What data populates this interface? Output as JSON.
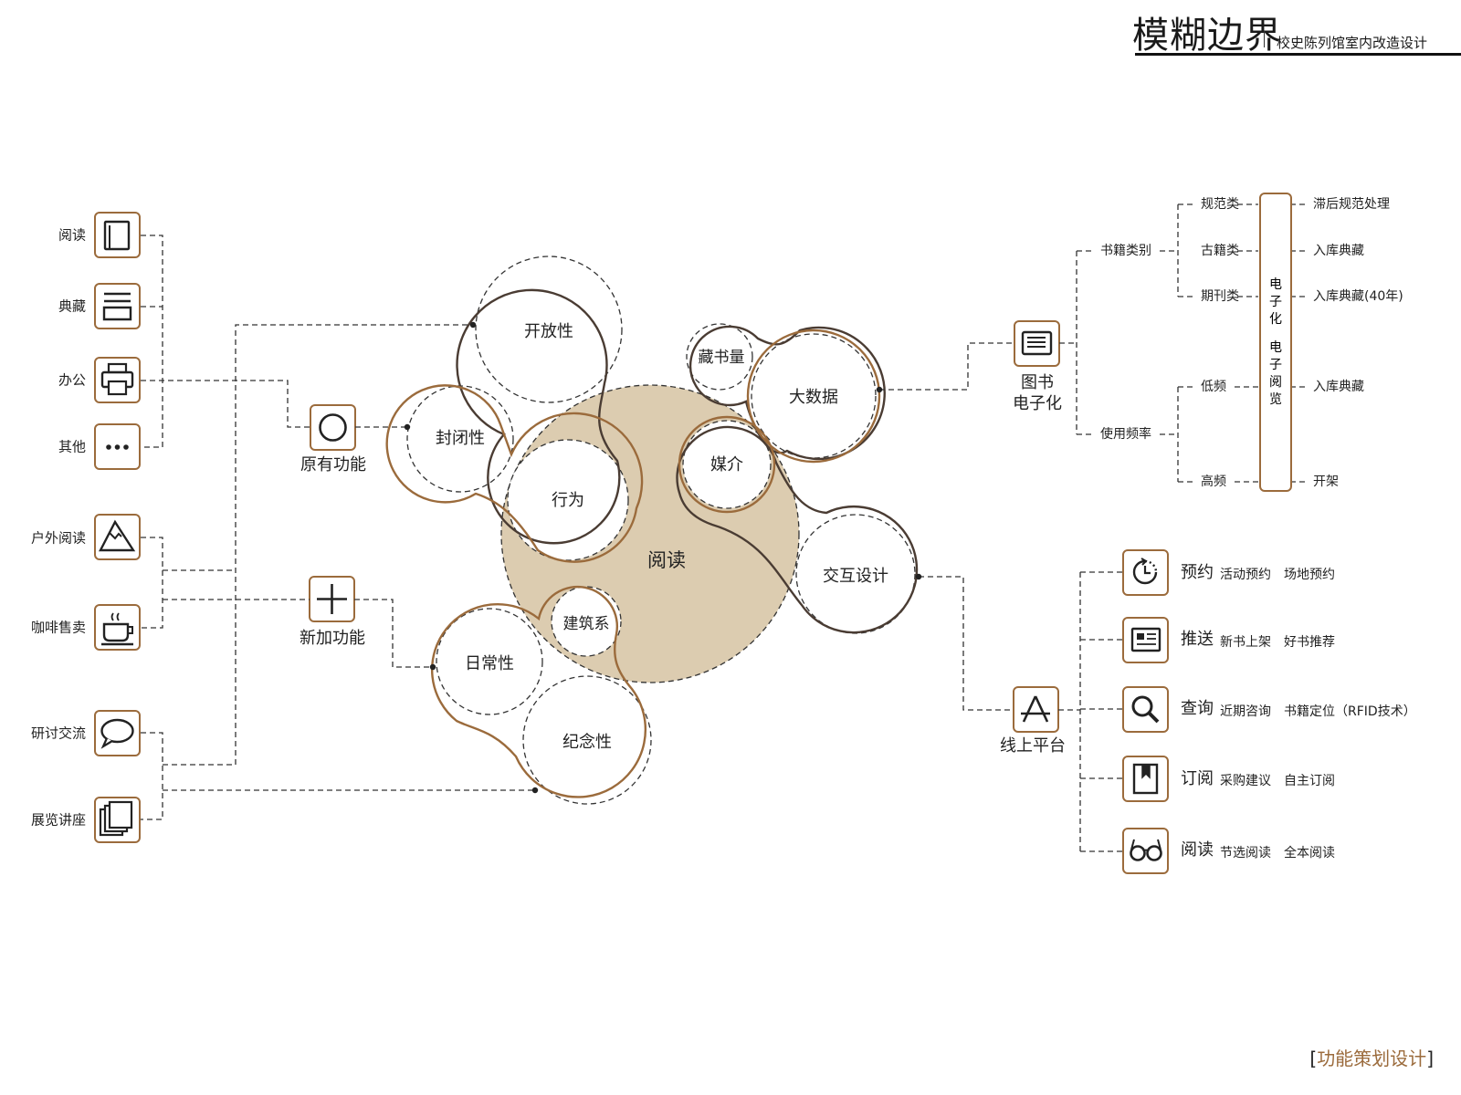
{
  "header": {
    "title": "模糊边界",
    "subtitle": "校史陈列馆室内改造设计"
  },
  "footer": {
    "open": "[",
    "label": "功能策划设计",
    "close": "]"
  },
  "colors": {
    "accent": "#9b6b3c",
    "dark": "#4a3c33",
    "center_fill": "#dcccb0",
    "ink": "#222222"
  },
  "center": {
    "label": "阅读"
  },
  "bubbles": {
    "open": "开放性",
    "closed": "封闭性",
    "behavior": "行为",
    "books": "藏书量",
    "bigdata": "大数据",
    "media": "媒介",
    "interaction": "交互设计",
    "architecture": "建筑系",
    "daily": "日常性",
    "memorial": "纪念性"
  },
  "hubs": {
    "original": "原有功能",
    "new": "新加功能",
    "digital_1": "图书",
    "digital_2": "电子化",
    "online": "线上平台"
  },
  "left_items": [
    {
      "label": "阅读",
      "icon": "book-icon"
    },
    {
      "label": "典藏",
      "icon": "archive-icon"
    },
    {
      "label": "办公",
      "icon": "printer-icon"
    },
    {
      "label": "其他",
      "icon": "more-icon"
    },
    {
      "label": "户外阅读",
      "icon": "mountain-icon"
    },
    {
      "label": "咖啡售卖",
      "icon": "coffee-icon"
    },
    {
      "label": "研讨交流",
      "icon": "chat-icon"
    },
    {
      "label": "展览讲座",
      "icon": "gallery-icon"
    }
  ],
  "tree": {
    "cat1": "书籍类别",
    "cat2": "使用频率",
    "leaves": [
      "规范类",
      "古籍类",
      "期刊类",
      "低频",
      "高频"
    ],
    "bar_1": "电子化",
    "bar_2": "电子阅览",
    "outcomes": [
      "滞后规范处理",
      "入库典藏",
      "入库典藏(40年)",
      "入库典藏",
      "开架"
    ]
  },
  "online_items": [
    {
      "title": "预约",
      "detail1": "活动预约",
      "detail2": "场地预约",
      "icon": "clock-icon"
    },
    {
      "title": "推送",
      "detail1": "新书上架",
      "detail2": "好书推荐",
      "icon": "news-icon"
    },
    {
      "title": "查询",
      "detail1": "近期咨询",
      "detail2": "书籍定位（RFID技术）",
      "icon": "search-icon"
    },
    {
      "title": "订阅",
      "detail1": "采购建议",
      "detail2": "自主订阅",
      "icon": "bookmark-icon"
    },
    {
      "title": "阅读",
      "detail1": "节选阅读",
      "detail2": "全本阅读",
      "icon": "glasses-icon"
    }
  ]
}
